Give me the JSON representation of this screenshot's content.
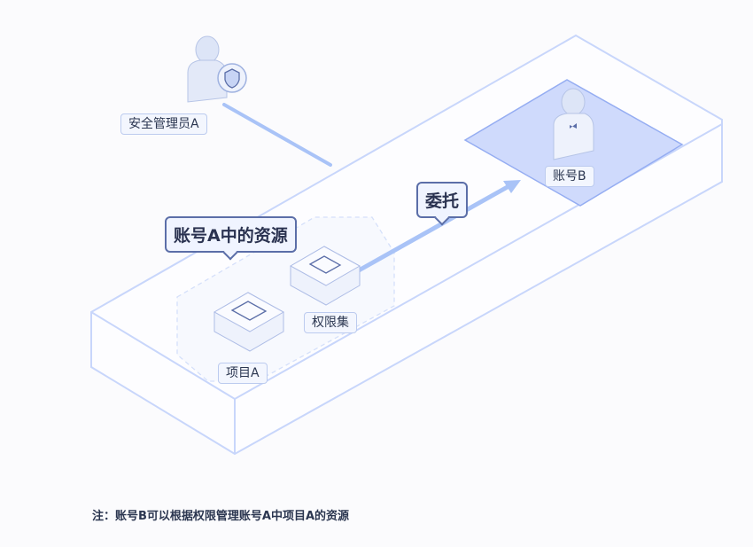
{
  "labels": {
    "admin": "安全管理员A",
    "account_b": "账号B",
    "resources": "账号A中的资源",
    "delegate": "委托",
    "permission_set": "权限集",
    "project": "项目A"
  },
  "note": "注：账号B可以根据权限管理账号A中项目A的资源",
  "colors": {
    "accent": "#a9c3f7",
    "outline": "#c9d7fb",
    "zone_b": "#cfdafc",
    "text": "#2b3650"
  }
}
